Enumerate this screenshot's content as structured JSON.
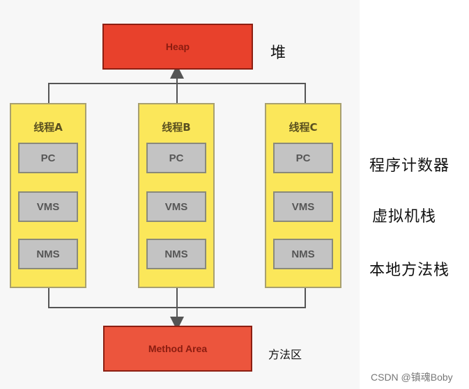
{
  "heap": {
    "box_label": "Heap",
    "side_label": "堆"
  },
  "threads": [
    {
      "title": "线程A",
      "cells": [
        "PC",
        "VMS",
        "NMS"
      ]
    },
    {
      "title": "线程B",
      "cells": [
        "PC",
        "VMS",
        "NMS"
      ]
    },
    {
      "title": "线程C",
      "cells": [
        "PC",
        "VMS",
        "NMS"
      ]
    }
  ],
  "row_labels": {
    "pc": "程序计数器",
    "vms": "虚拟机栈",
    "nms": "本地方法栈"
  },
  "method_area": {
    "box_label": "Method Area",
    "side_label": "方法区"
  },
  "watermark": "CSDN @镇魂Boby",
  "colors": {
    "heap": "#e8412c",
    "method_area": "#ec553d",
    "thread": "#fbe75a",
    "cell": "#c3c3c3",
    "line": "#555555"
  }
}
